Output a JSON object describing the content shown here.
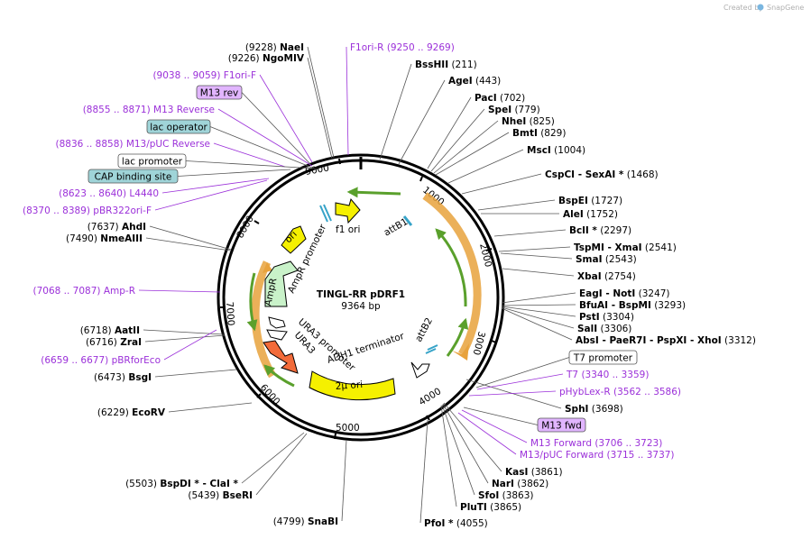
{
  "watermark": {
    "prefix": "Created by",
    "brand": "SnapGene"
  },
  "plasmid": {
    "name": "TINGL-RR  pDRF1",
    "length_label": "9364 bp"
  },
  "ticks": [
    "1000",
    "2000",
    "3000",
    "4000",
    "5000",
    "6000",
    "7000",
    "8000",
    "9000"
  ],
  "sites": [
    {
      "pos": "(9228)",
      "name": "NaeI"
    },
    {
      "pos": "(9226)",
      "name": "NgoMIV"
    },
    {
      "pos": "(211)",
      "name": "BssHII"
    },
    {
      "pos": "(443)",
      "name": "AgeI"
    },
    {
      "pos": "(702)",
      "name": "PacI"
    },
    {
      "pos": "(779)",
      "name": "SpeI"
    },
    {
      "pos": "(825)",
      "name": "NheI"
    },
    {
      "pos": "(829)",
      "name": "BmtI"
    },
    {
      "pos": "(1004)",
      "name": "MscI"
    },
    {
      "pos": "(1468)",
      "name": "CspCI  -  SexAI *"
    },
    {
      "pos": "(1727)",
      "name": "BspEI"
    },
    {
      "pos": "(1752)",
      "name": "AleI"
    },
    {
      "pos": "(2297)",
      "name": "BclI *"
    },
    {
      "pos": "(2541)",
      "name": "TspMI  -  XmaI"
    },
    {
      "pos": "(2543)",
      "name": "SmaI"
    },
    {
      "pos": "(2754)",
      "name": "XbaI"
    },
    {
      "pos": "(3247)",
      "name": "EagI  -  NotI"
    },
    {
      "pos": "(3293)",
      "name": "BfuAI  -  BspMI"
    },
    {
      "pos": "(3304)",
      "name": "PstI"
    },
    {
      "pos": "(3306)",
      "name": "SalI"
    },
    {
      "pos": "(3312)",
      "name": "AbsI  -  PaeR7I  -  PspXI  -  XhoI"
    },
    {
      "pos": "(3698)",
      "name": "SphI"
    },
    {
      "pos": "(3861)",
      "name": "KasI"
    },
    {
      "pos": "(3862)",
      "name": "NarI"
    },
    {
      "pos": "(3863)",
      "name": "SfoI"
    },
    {
      "pos": "(3865)",
      "name": "PluTI"
    },
    {
      "pos": "(4055)",
      "name": "PfoI *"
    },
    {
      "pos": "(4799)",
      "name": "SnaBI"
    },
    {
      "pos": "(5439)",
      "name": "BseRI"
    },
    {
      "pos": "(5503)",
      "name": "BspDI *  -  ClaI *"
    },
    {
      "pos": "(6229)",
      "name": "EcoRV"
    },
    {
      "pos": "(6473)",
      "name": "BsgI"
    },
    {
      "pos": "(6716)",
      "name": "ZraI"
    },
    {
      "pos": "(6718)",
      "name": "AatII"
    },
    {
      "pos": "(7490)",
      "name": "NmeAIII"
    },
    {
      "pos": "(7637)",
      "name": "AhdI"
    }
  ],
  "primers": [
    {
      "name": "F1ori-R",
      "range": "(9250 .. 9269)"
    },
    {
      "name": "F1ori-F",
      "range": "(9038 .. 9059)"
    },
    {
      "name": "M13 Reverse",
      "range": "(8855 .. 8871)"
    },
    {
      "name": "M13/pUC Reverse",
      "range": "(8836 .. 8858)"
    },
    {
      "name": "L4440",
      "range": "(8623 .. 8640)"
    },
    {
      "name": "pBR322ori-F",
      "range": "(8370 .. 8389)"
    },
    {
      "name": "Amp-R",
      "range": "(7068 .. 7087)"
    },
    {
      "name": "pBRforEco",
      "range": "(6659 .. 6677)"
    },
    {
      "name": "T7",
      "range": "(3340 .. 3359)"
    },
    {
      "name": "pHybLex-R",
      "range": "(3562 .. 3586)"
    },
    {
      "name": "M13 Forward",
      "range": "(3706 .. 3723)"
    },
    {
      "name": "M13/pUC Forward",
      "range": "(3715 .. 3737)"
    }
  ],
  "boxed": [
    {
      "text": "M13 rev"
    },
    {
      "text": "lac operator"
    },
    {
      "text": "lac promoter"
    },
    {
      "text": "CAP binding site"
    },
    {
      "text": "T7 promoter"
    },
    {
      "text": "M13 fwd"
    }
  ],
  "inner_labels": {
    "ori": "ori",
    "f1_ori": "f1 ori",
    "attB1": "attB1",
    "attB2": "attB2",
    "ampr": "AmpR",
    "ampr_promoter": "AmpR promoter",
    "ura3_promoter": "URA3 promoter",
    "ura3": "URA3",
    "adh1": "ADH1 terminator",
    "two_micron": "2μ ori"
  },
  "colors": {
    "primer": "#9b30d9",
    "orange_feature": "#e8a23c",
    "green_arrow": "#5aa02c",
    "yellow_feature": "#f5f000",
    "ampr_fill": "#c9f2c9",
    "ura3_fill": "#f26b3a",
    "promoter_fill": "#ffffff",
    "box_purple": "#e1b5ff",
    "box_blue": "#9fd4d8"
  }
}
